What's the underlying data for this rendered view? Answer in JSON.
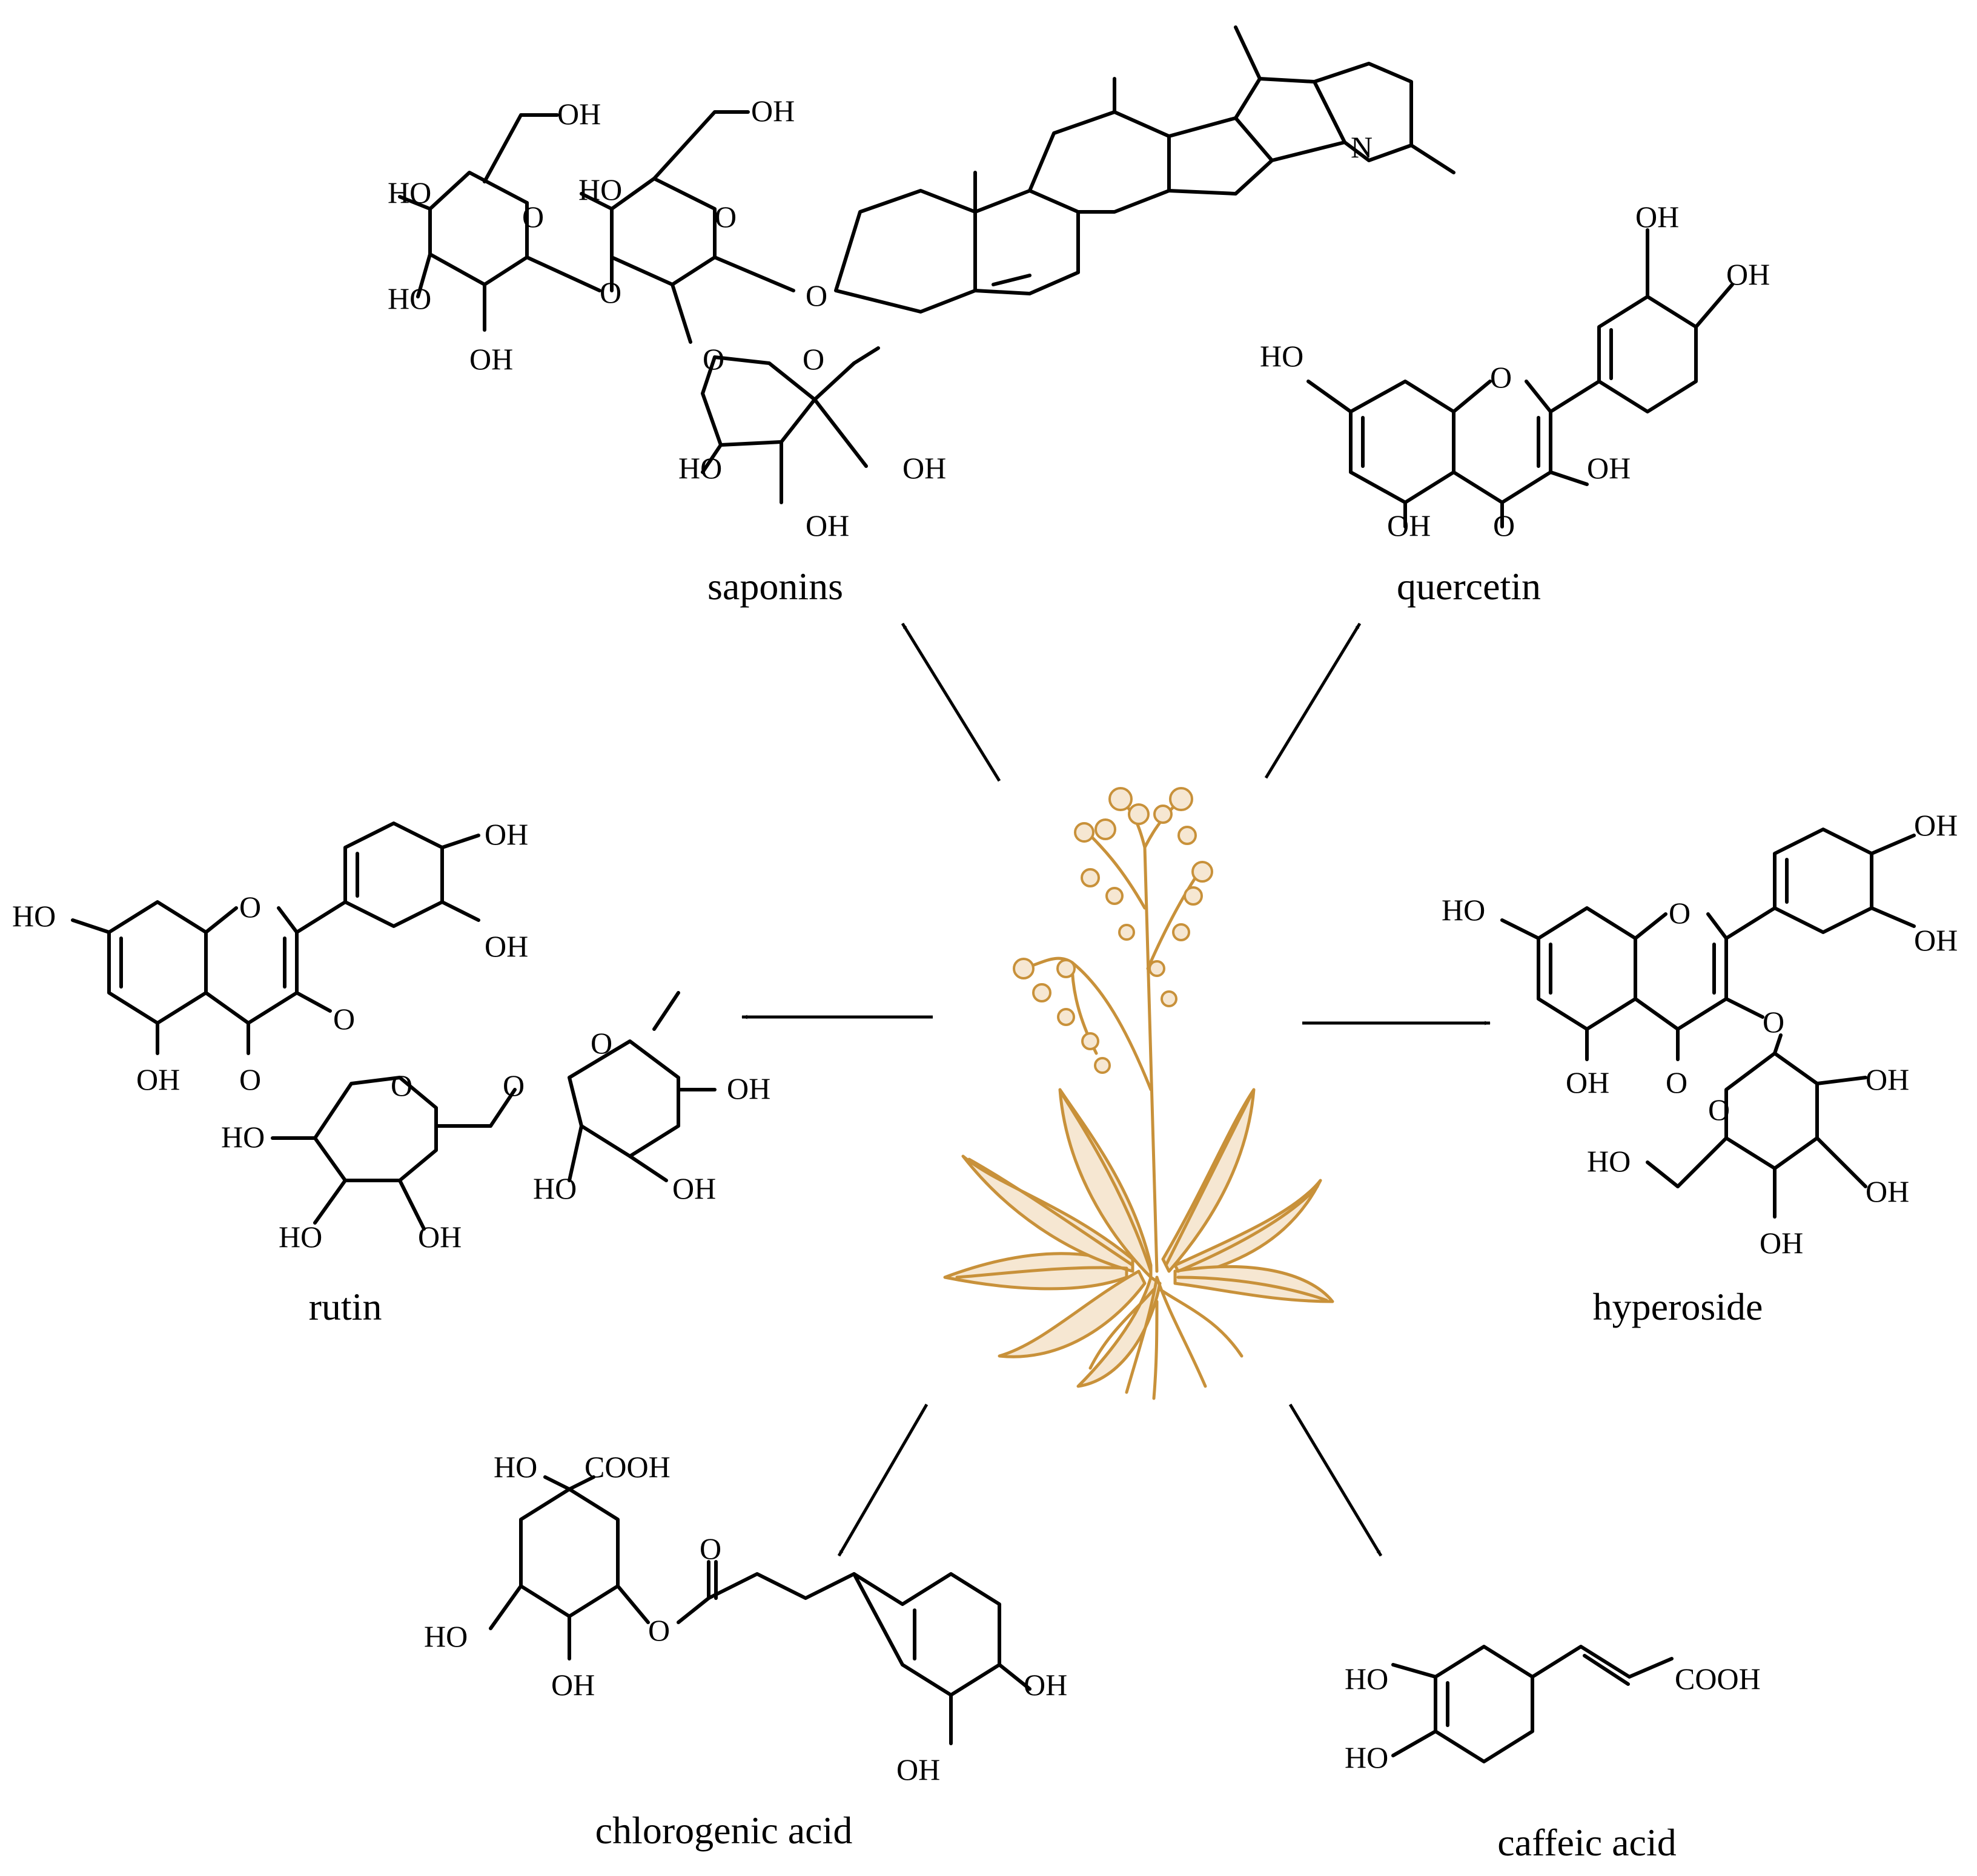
{
  "colors": {
    "plant": "#c8913a",
    "plant_fill": "#f6e7d2",
    "line": "#000000"
  },
  "compounds": {
    "saponins": {
      "name": "saponins"
    },
    "quercetin": {
      "name": "quercetin"
    },
    "rutin": {
      "name": "rutin"
    },
    "hyperoside": {
      "name": "hyperoside"
    },
    "chlorogenic_acid": {
      "name": "chlorogenic acid"
    },
    "caffeic_acid": {
      "name": "caffeic acid"
    }
  },
  "atoms": {
    "OH": "OH",
    "HO": "HO",
    "O": "O",
    "N": "N",
    "COOH": "COOH",
    "HO_COOH": "HO, COOH"
  },
  "central_image": {
    "icon": "plant-illustration-icon"
  }
}
